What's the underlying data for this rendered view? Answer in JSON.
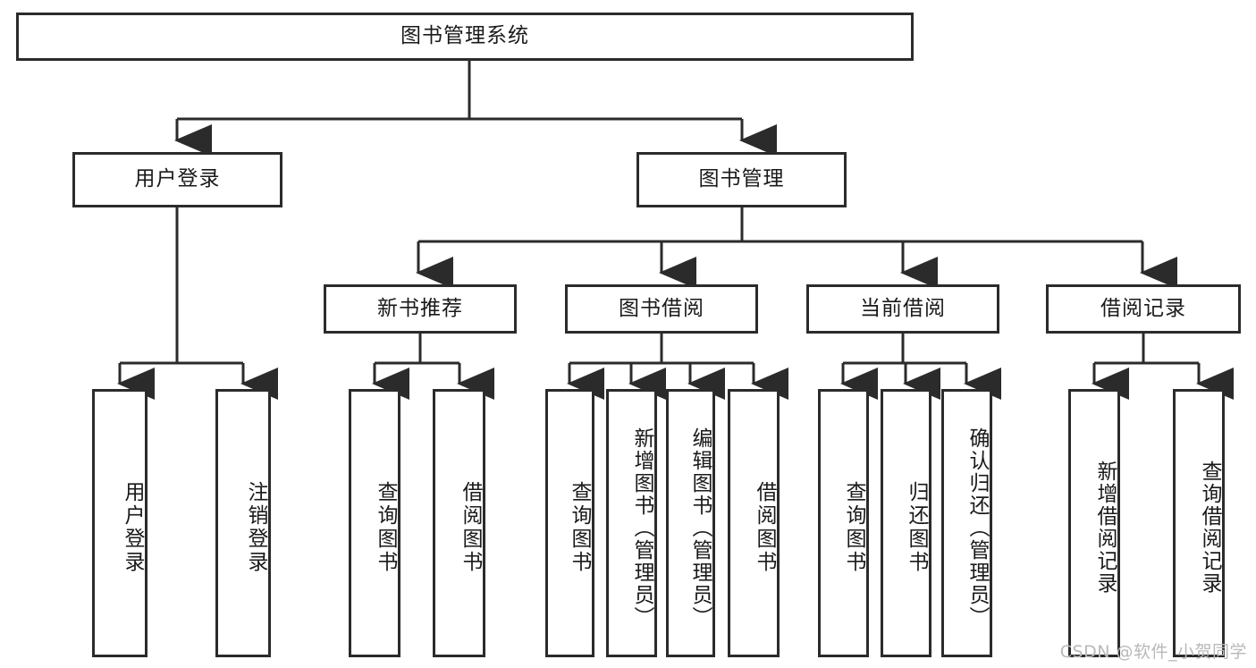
{
  "diagram": {
    "type": "tree",
    "title": "图书管理系统",
    "orientation": "top-down",
    "colors": {
      "background": "#ffffff",
      "node_border": "#2b2b2b",
      "node_fill": "#ffffff",
      "connector": "#2b2b2b",
      "text": "#1a1a1a",
      "watermark": "#b9b9b9"
    },
    "root": {
      "label": "图书管理系统"
    },
    "level2": [
      {
        "label": "用户登录"
      },
      {
        "label": "图书管理"
      }
    ],
    "level3": [
      {
        "label": "新书推荐"
      },
      {
        "label": "图书借阅"
      },
      {
        "label": "当前借阅"
      },
      {
        "label": "借阅记录"
      }
    ],
    "leaves": {
      "user_login": [
        {
          "label": "用户登录"
        },
        {
          "label": "注销登录"
        }
      ],
      "new_book_recommend": [
        {
          "label": "查询图书"
        },
        {
          "label": "借阅图书"
        }
      ],
      "book_borrow": [
        {
          "label": "查询图书"
        },
        {
          "label": "新增图书（管理员）"
        },
        {
          "label": "编辑图书（管理员）"
        },
        {
          "label": "借阅图书"
        }
      ],
      "current_borrow": [
        {
          "label": "查询图书"
        },
        {
          "label": "归还图书"
        },
        {
          "label": "确认归还（管理员）"
        }
      ],
      "borrow_record": [
        {
          "label": "新增借阅记录"
        },
        {
          "label": "查询借阅记录"
        }
      ]
    }
  },
  "watermark": {
    "text": "CSDN @软件_小贺同学"
  }
}
